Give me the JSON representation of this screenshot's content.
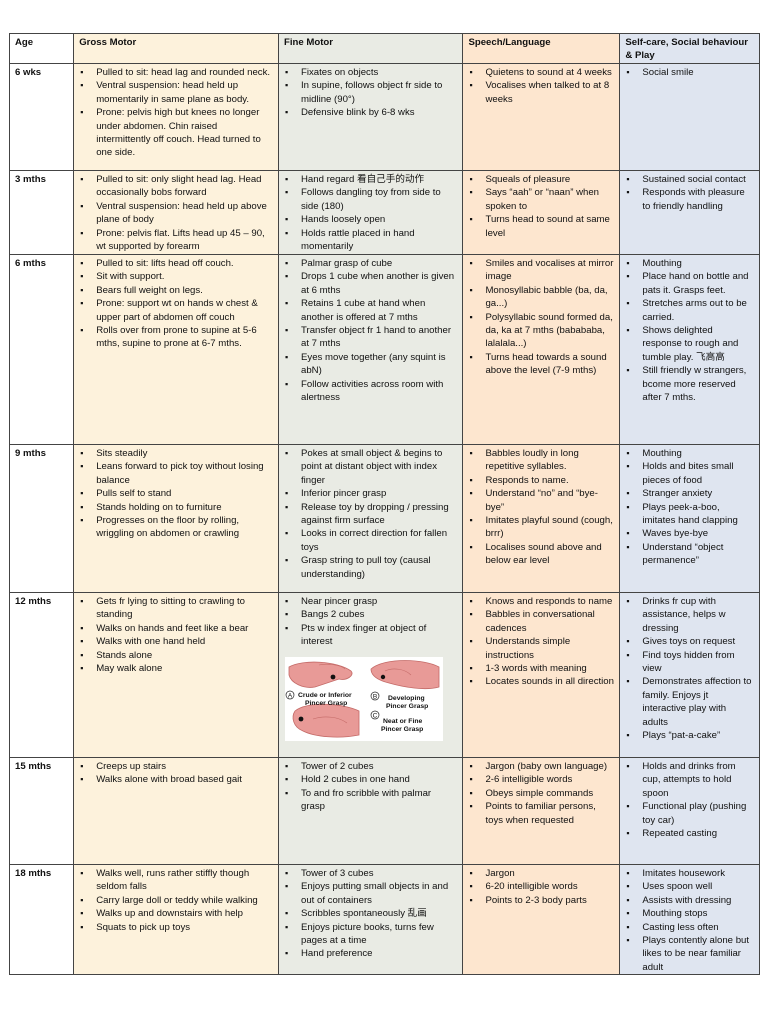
{
  "headers": {
    "age": "Age",
    "gross": "Gross Motor",
    "fine": "Fine Motor",
    "speech": "Speech/Language",
    "self": "Self-care, Social behaviour & Play"
  },
  "rows": [
    {
      "age": "6 wks",
      "gross": [
        "Pulled to sit: head lag and rounded neck.",
        "Ventral suspension: head held up momentarily in same plane as body.",
        "Prone: pelvis high but knees no longer under abdomen. Chin raised intermittently off couch. Head turned to one side."
      ],
      "fine": [
        "Fixates on objects",
        "In supine, follows object fr side to midline (90°)",
        "Defensive blink by 6-8 wks"
      ],
      "speech": [
        "Quietens to sound at 4 weeks",
        "Vocalises when talked to at 8 weeks"
      ],
      "self": [
        "Social smile"
      ]
    },
    {
      "age": "3 mths",
      "gross": [
        "Pulled to sit: only slight head lag. Head occasionally bobs forward",
        "Ventral suspension: head held up above plane of body",
        "Prone: pelvis flat. Lifts head up 45 – 90, wt supported by forearm"
      ],
      "fine": [
        "Hand regard 看自己手的动作",
        "Follows dangling toy from side to side (180)",
        "Hands loosely open",
        "Holds rattle placed in hand momentarily"
      ],
      "speech": [
        "Squeals of pleasure",
        "Says “aah” or “naan” when spoken to",
        "Turns head to sound at same level"
      ],
      "self": [
        "Sustained social contact",
        "Responds with pleasure to friendly handling"
      ]
    },
    {
      "age": "6 mths",
      "gross": [
        "Pulled to sit: lifts head off couch.",
        "Sit with support.",
        "Bears full weight on legs.",
        "Prone: support wt on hands w chest & upper part of abdomen off couch",
        "Rolls over from prone to supine at 5-6 mths, supine to prone at 6-7 mths."
      ],
      "fine": [
        "Palmar grasp of cube",
        "Drops 1 cube when another is given at 6 mths",
        "Retains 1 cube at hand when another is offered at 7 mths",
        "Transfer object fr 1 hand to another at 7 mths",
        "Eyes move together (any squint is abN)",
        "Follow activities across room with alertness"
      ],
      "speech": [
        "Smiles and vocalises at mirror image",
        "Monosyllabic babble (ba, da, ga...)",
        "Polysyllabic sound formed da, da, ka at 7 mths (babababa, lalalala...)",
        "Turns head towards a sound above the level (7-9 mths)"
      ],
      "self": [
        "Mouthing",
        "Place hand on bottle and pats it. Grasps feet.",
        "Stretches arms out to be carried.",
        "Shows delighted response to rough and tumble play. 飞高高",
        "Still friendly w strangers, bcome more reserved after 7 mths."
      ]
    },
    {
      "age": "9 mths",
      "gross": [
        "Sits steadily",
        "Leans forward to pick toy without losing balance",
        "Pulls self to stand",
        "Stands holding on to furniture",
        "Progresses on the floor by rolling, wriggling on abdomen or crawling"
      ],
      "fine": [
        "Pokes at small object & begins to point at distant object with index finger",
        "Inferior pincer grasp",
        "Release toy by dropping / pressing against firm surface",
        "Looks in correct direction for fallen toys",
        "Grasp string to pull toy (causal understanding)"
      ],
      "speech": [
        "Babbles loudly in long repetitive syllables.",
        "Responds to name.",
        "Understand “no” and “bye-bye”",
        "Imitates playful sound (cough, brrr)",
        "Localises sound above and below ear level"
      ],
      "self": [
        "Mouthing",
        "Holds and bites small pieces of food",
        "Stranger anxiety",
        "Plays peek-a-boo, imitates hand clapping",
        "Waves bye-bye",
        "Understand “object permanence”"
      ]
    },
    {
      "age": "12 mths",
      "gross": [
        "Gets fr lying to sitting to crawling to standing",
        "Walks on hands and feet like a bear",
        "Walks with one hand held",
        "Stands alone",
        "May walk alone"
      ],
      "fine": [
        "Near pincer grasp",
        "Bangs 2 cubes",
        "Pts w index finger at object of interest"
      ],
      "speech": [
        "Knows and responds to name",
        "Babbles in conversational cadences",
        "Understands simple instructions",
        "1-3 words with meaning",
        "Locates sounds in all direction"
      ],
      "self": [
        "Drinks fr cup with assistance, helps w dressing",
        "Gives toys on request",
        "Find toys hidden from view",
        "Demonstrates affection to family. Enjoys jt interactive play with adults",
        "Plays “pat-a-cake”"
      ]
    },
    {
      "age": "15 mths",
      "gross": [
        "Creeps up stairs",
        "Walks alone with broad based gait"
      ],
      "fine": [
        "Tower of 2 cubes",
        "Hold 2 cubes in one hand",
        "To and fro scribble with palmar grasp"
      ],
      "speech": [
        "Jargon (baby own language)",
        "2-6 intelligible words",
        "Obeys simple commands",
        "Points to familiar persons, toys when requested"
      ],
      "self": [
        "Holds and drinks from cup, attempts to hold spoon",
        "Functional play (pushing toy car)",
        "Repeated casting"
      ]
    },
    {
      "age": "18 mths",
      "gross": [
        "Walks well, runs rather stiffly though seldom falls",
        "Carry large doll or teddy while walking",
        "Walks up and downstairs with help",
        "Squats to pick up toys"
      ],
      "fine": [
        "Tower of 3 cubes",
        "Enjoys putting small objects in and out of containers",
        "Scribbles spontaneously 乱画",
        "Enjoys picture books, turns few pages at a time",
        "Hand preference"
      ],
      "speech": [
        "Jargon",
        "6-20 intelligible words",
        "Points to 2-3 body parts"
      ],
      "self": [
        "Imitates housework",
        "Uses spoon well",
        "Assists with dressing",
        "Mouthing stops",
        "Casting less often",
        "Plays contently alone but likes to be near familiar adult"
      ]
    }
  ],
  "pincer_figure": {
    "label_a": "Crude or Inferior Pincer Grasp",
    "label_a_line1": "Crude or Inferior",
    "label_a_line2": "Pincer Grasp",
    "label_b_line1": "Developing",
    "label_b_line2": "Pincer Grasp",
    "label_c_line1": "Neat or Fine",
    "label_c_line2": "Pincer Grasp",
    "marker_a": "A",
    "marker_b": "B",
    "marker_c": "C"
  }
}
